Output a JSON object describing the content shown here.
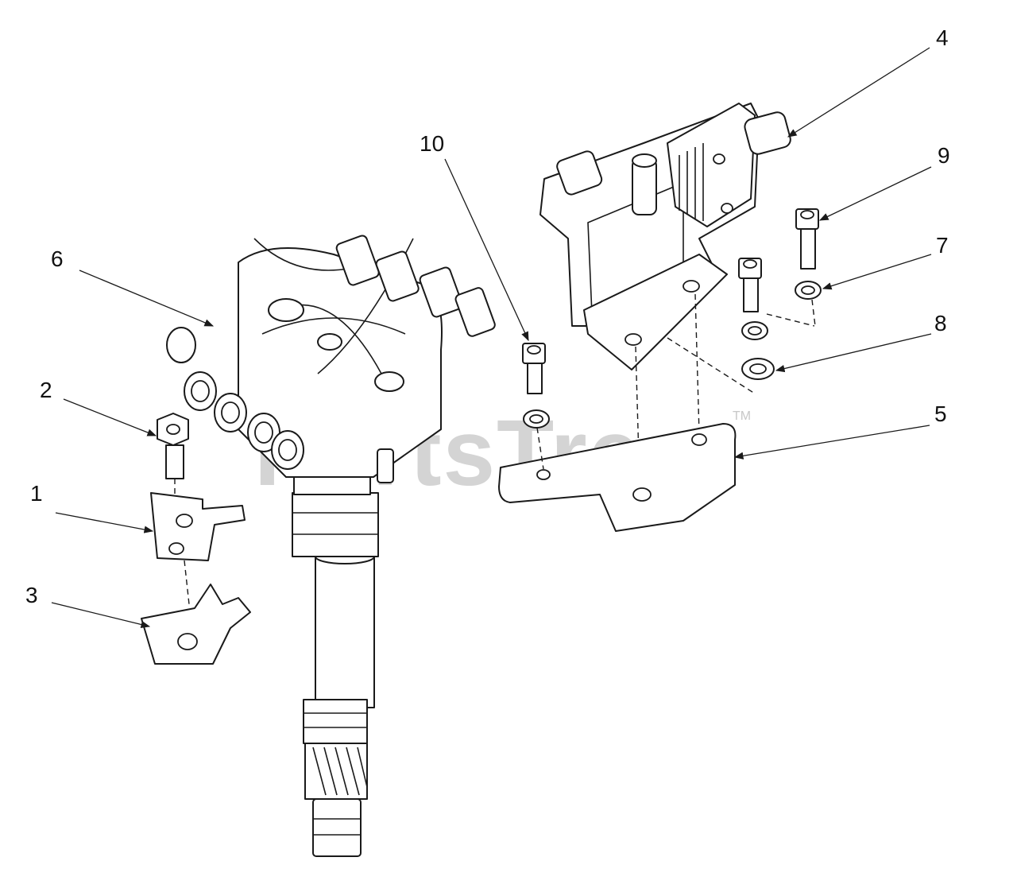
{
  "watermark": {
    "text": "PartsTree",
    "trademark": "TM"
  },
  "callouts": [
    {
      "id": "1",
      "label": "1"
    },
    {
      "id": "2",
      "label": "2"
    },
    {
      "id": "3",
      "label": "3"
    },
    {
      "id": "4",
      "label": "4"
    },
    {
      "id": "5",
      "label": "5"
    },
    {
      "id": "6",
      "label": "6"
    },
    {
      "id": "7",
      "label": "7"
    },
    {
      "id": "8",
      "label": "8"
    },
    {
      "id": "9",
      "label": "9"
    },
    {
      "id": "10",
      "label": "10"
    }
  ]
}
